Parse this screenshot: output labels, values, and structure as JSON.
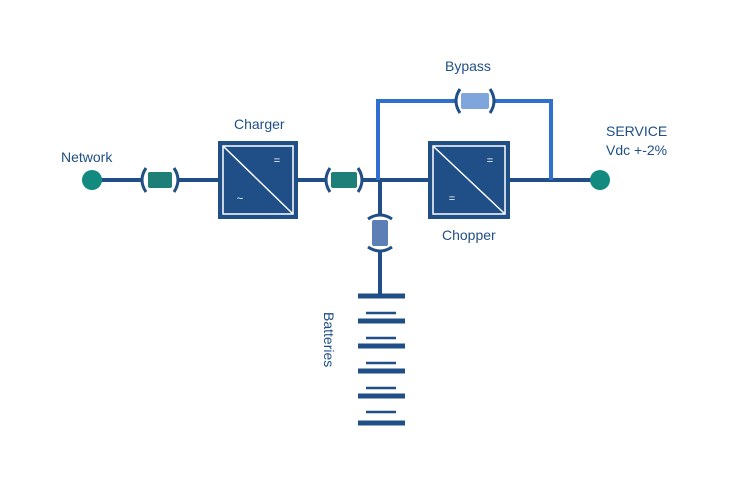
{
  "labels": {
    "network": "Network",
    "charger": "Charger",
    "bypass": "Bypass",
    "service_line1": "SERVICE",
    "service_line2": "Vdc +-2%",
    "chopper": "Chopper",
    "batteries": "Batteries"
  },
  "symbols": {
    "dc": "=",
    "ac": "~"
  },
  "colors": {
    "main_line": "#1f4f86",
    "bypass_line": "#2f6fd0",
    "converter_fill": "#1f4f86",
    "node_fill": "#138a80",
    "fuse_teal": "#1e7f78",
    "fuse_blue": "#7fa6dc",
    "fuse_battery": "#5c7fb5",
    "text": "#1f4f86"
  }
}
